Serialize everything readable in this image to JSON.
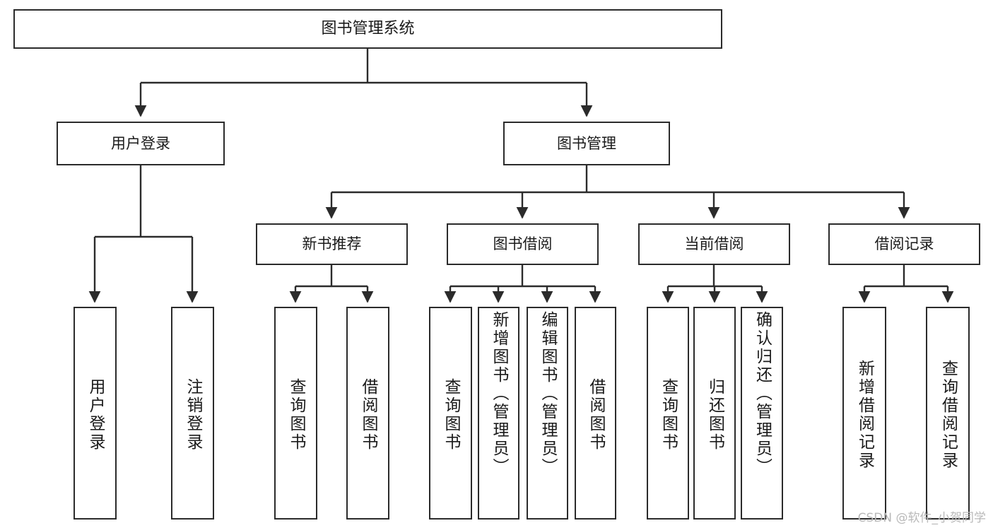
{
  "diagram": {
    "title": "图书管理系统",
    "root": {
      "label": "图书管理系统"
    },
    "level2": [
      {
        "label": "用户登录"
      },
      {
        "label": "图书管理"
      }
    ],
    "level3": [
      {
        "label": "新书推荐"
      },
      {
        "label": "图书借阅"
      },
      {
        "label": "当前借阅"
      },
      {
        "label": "借阅记录"
      }
    ],
    "leaves": {
      "user_login": [
        {
          "label": "用户登录"
        },
        {
          "label": "注销登录"
        }
      ],
      "new_book_recommend": [
        {
          "label": "查询图书"
        },
        {
          "label": "借阅图书"
        }
      ],
      "book_borrow": [
        {
          "label": "查询图书"
        },
        {
          "label": "新增图书（管理员）"
        },
        {
          "label": "编辑图书（管理员）"
        },
        {
          "label": "借阅图书"
        }
      ],
      "current_borrow": [
        {
          "label": "查询图书"
        },
        {
          "label": "归还图书"
        },
        {
          "label": "确认归还（管理员）"
        }
      ],
      "borrow_record": [
        {
          "label": "新增借阅记录"
        },
        {
          "label": "查询借阅记录"
        }
      ]
    },
    "watermark": "CSDN @软件_小贺同学",
    "colors": {
      "stroke": "#2b2b2b",
      "fill": "#ffffff",
      "text": "#1a1a1a",
      "watermark": "#b9b9b9"
    }
  }
}
